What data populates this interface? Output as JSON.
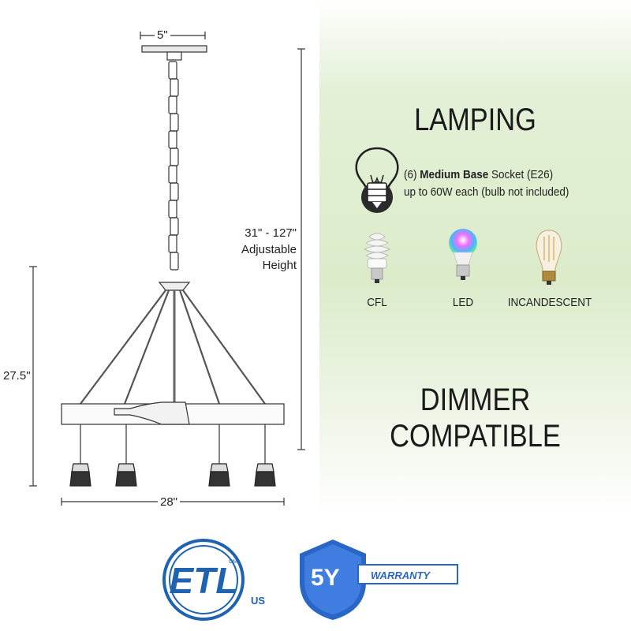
{
  "lamping": {
    "title": "LAMPING",
    "socket_prefix": "(6) ",
    "socket_bold": "Medium Base",
    "socket_suffix": " Socket (E26)",
    "wattage": "up to 60W each (bulb not included)"
  },
  "bulbs": [
    {
      "label": "CFL",
      "icon": "cfl-bulb-icon"
    },
    {
      "label": "LED",
      "icon": "led-bulb-icon"
    },
    {
      "label": "INCANDESCENT",
      "icon": "edison-bulb-icon"
    }
  ],
  "dimmer": {
    "line1": "DIMMER",
    "line2": "COMPATIBLE"
  },
  "dimensions": {
    "canopy_width": "5\"",
    "height_range": "31\" - 127\"",
    "height_label_1": "Adjustable",
    "height_label_2": "Height",
    "fixture_height": "27.5\"",
    "fixture_width": "28\""
  },
  "certifications": {
    "etl_letters": "ETL",
    "etl_small": "CM",
    "etl_country": "US",
    "warranty_years": "5Y",
    "warranty_text": "WARRANTY"
  },
  "colors": {
    "etl_blue": "#1f63b0",
    "warranty_blue": "#2a66c6",
    "panel_green": "#dcecca"
  }
}
